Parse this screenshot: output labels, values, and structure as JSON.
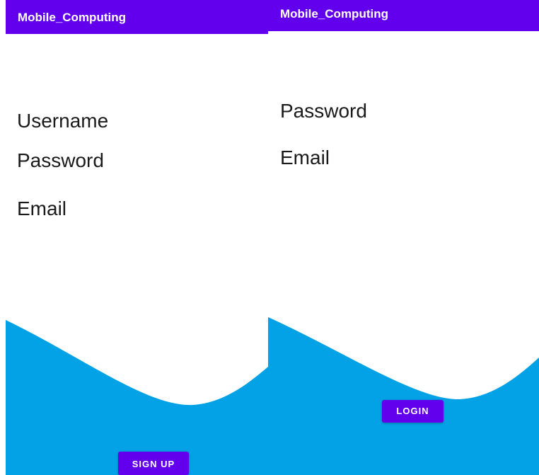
{
  "colors": {
    "appbar": "#6200ee",
    "wave": "#03a2e6",
    "button": "#6200ee",
    "text": "#1a1a1a"
  },
  "signup_screen": {
    "app_title": "Mobile_Computing",
    "fields": {
      "username_label": "Username",
      "password_label": "Password",
      "email_label": "Email"
    },
    "signup_label": "SIGN UP"
  },
  "login_screen": {
    "app_title": "Mobile_Computing",
    "fields": {
      "password_label": "Password",
      "email_label": "Email"
    },
    "login_label": "LOGIN"
  }
}
